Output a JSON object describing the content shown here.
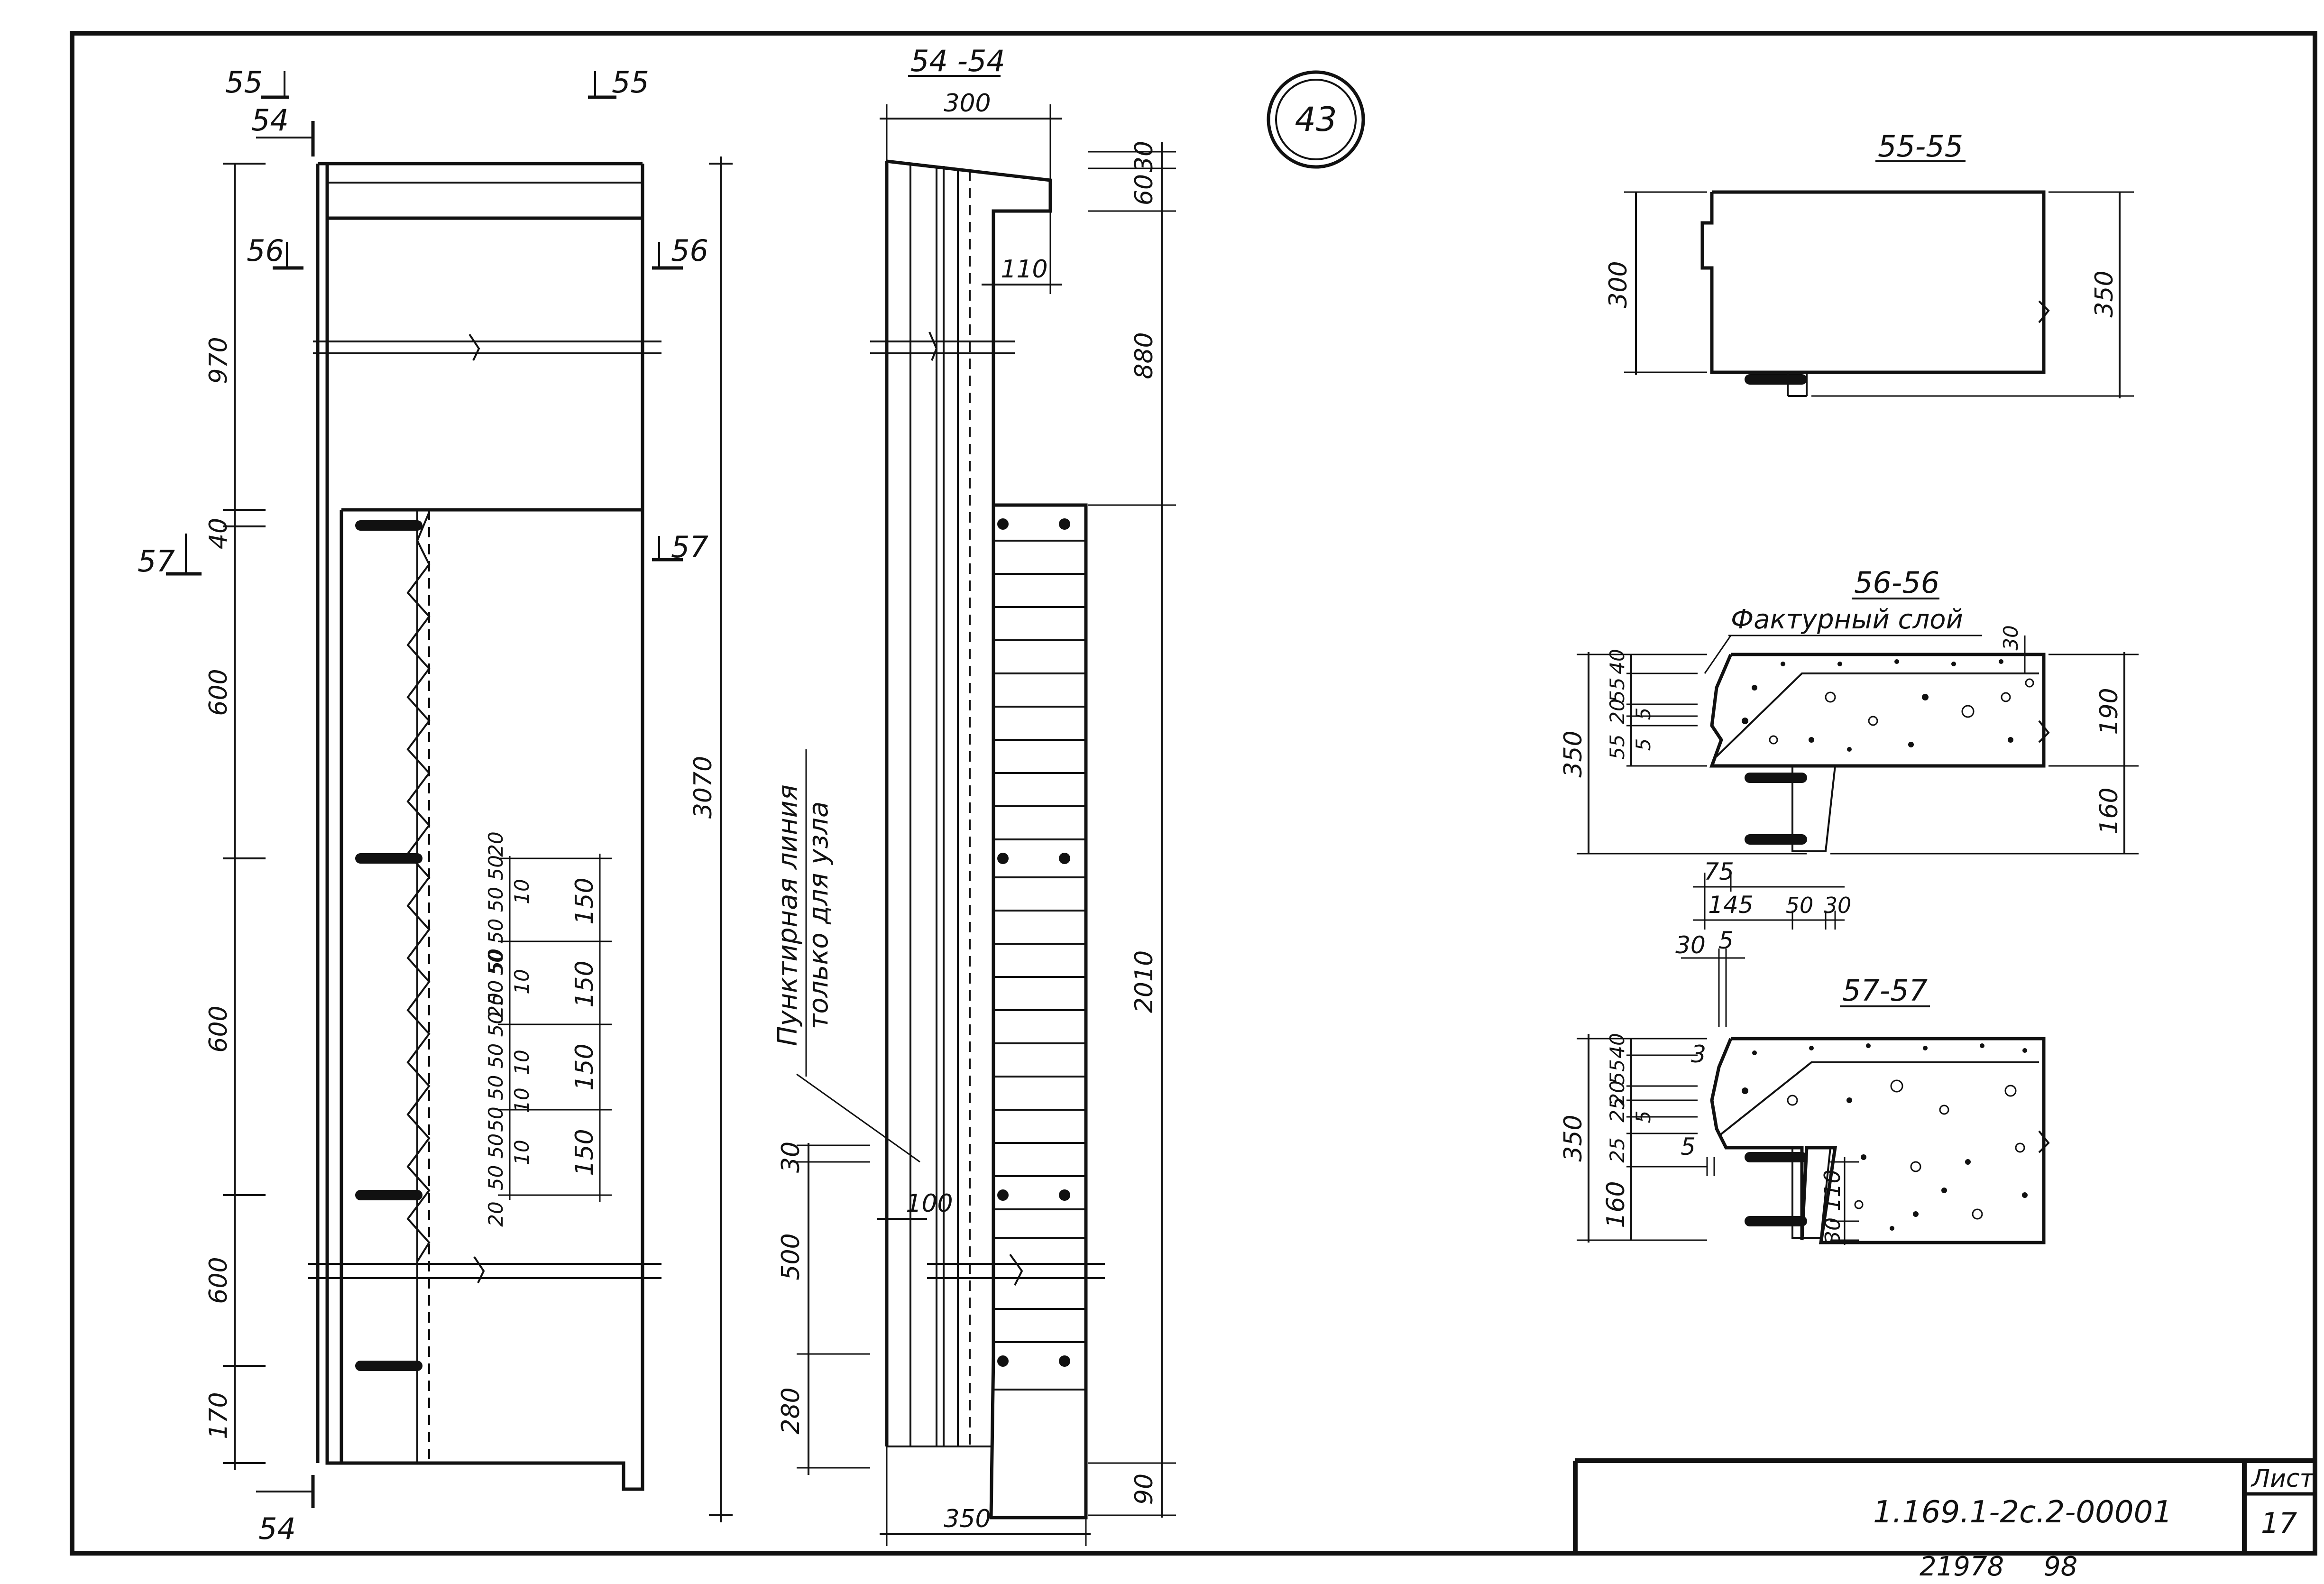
{
  "sheet": {
    "circle_number": "43",
    "designation": "1.169.1-2с.2-00001",
    "sheet_label": "Лист",
    "sheet_number": "17",
    "inventory": "21978",
    "inventory_suffix": "98"
  },
  "left_view": {
    "marks": {
      "m55": "55",
      "m54": "54",
      "m56": "56",
      "m57": "57"
    },
    "dims": {
      "d970": "970",
      "d40": "40",
      "d600a": "600",
      "d600b": "600",
      "d600c": "600",
      "d170": "170",
      "d3070": "3070"
    },
    "teeth": {
      "t150a": "150",
      "t150b": "150",
      "t150c": "150",
      "t150d": "150",
      "t20a": "20",
      "t20b": "20",
      "t20c": "20",
      "t10a": "10",
      "t10b": "10",
      "t10c": "10",
      "t10d": "10",
      "t10e": "10",
      "t50row1": "50 50 50 50",
      "t50row2": "50 50",
      "t50row3": "50 50 50 50",
      "t50row4": "50 50"
    }
  },
  "section_54": {
    "title": "54 -54",
    "dims": {
      "d300": "300",
      "d110": "110",
      "d100": "100",
      "d30": "30",
      "d500": "500",
      "d280": "280",
      "d350": "350",
      "r30": "30",
      "r60": "60",
      "r880": "880",
      "r2010": "2010",
      "r90": "90"
    },
    "note_line1": "Пунктирная линия",
    "note_line2": "только для узла"
  },
  "section_55": {
    "title": "55-55",
    "dims": {
      "d300": "300",
      "d350": "350"
    }
  },
  "section_56": {
    "title": "56-56",
    "label": "Фактурный слой",
    "dims": {
      "d350": "350",
      "d40": "40",
      "d55a": "55",
      "d20": "20",
      "d5a": "5",
      "d55b": "55",
      "d5b": "5",
      "d30": "30",
      "d190": "190",
      "d160": "160",
      "d75": "75",
      "d145": "145",
      "d50": "50",
      "d30b": "30"
    }
  },
  "section_57": {
    "title": "57-57",
    "dims": {
      "d30": "30",
      "d5a": "5",
      "d3": "3",
      "d350": "350",
      "d40": "40",
      "d55": "55",
      "d20": "20",
      "d25a": "25",
      "d25b": "25",
      "d5b": "5",
      "d5c": "5",
      "d160": "160",
      "d110": "110",
      "d30b": "30"
    }
  }
}
